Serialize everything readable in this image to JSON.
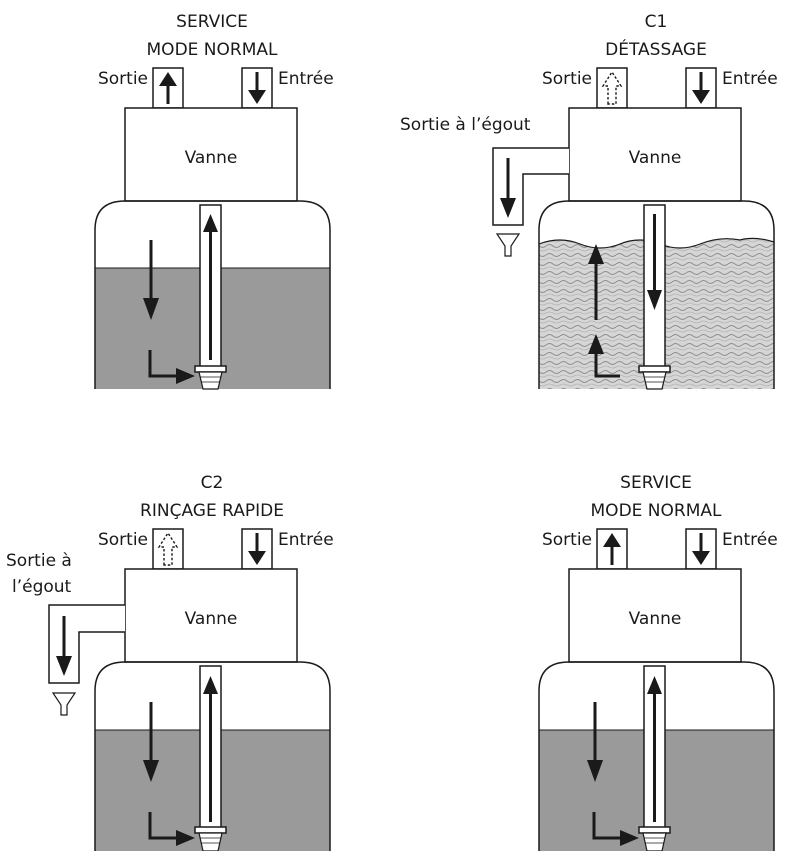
{
  "panels": [
    {
      "title_line1": "SERVICE",
      "title_line2": "MODE NORMAL",
      "outlet_label": "Sortie",
      "inlet_label": "Entrée",
      "valve_label": "Vanne"
    },
    {
      "title_line1": "C1",
      "title_line2": "DÉTASSAGE",
      "outlet_label": "Sortie",
      "inlet_label": "Entrée",
      "valve_label": "Vanne",
      "drain_label": "Sortie à l’égout"
    },
    {
      "title_line1": "C2",
      "title_line2": "RINÇAGE RAPIDE",
      "outlet_label": "Sortie",
      "inlet_label": "Entrée",
      "valve_label": "Vanne",
      "drain_label_line1": "Sortie à",
      "drain_label_line2": "l’égout"
    },
    {
      "title_line1": "SERVICE",
      "title_line2": "MODE NORMAL",
      "outlet_label": "Sortie",
      "inlet_label": "Entrée",
      "valve_label": "Vanne"
    }
  ],
  "colors": {
    "line": "#1a1a1a",
    "resin": "#9a9a9a",
    "media_light": "#d8d8d8",
    "media_dark": "#8c8c8c",
    "pipe": "#ffffff"
  },
  "icons": {
    "solid_arrow": "arrow-solid-icon",
    "dashed_arrow": "arrow-dashed-icon",
    "drain_funnel": "funnel-icon"
  }
}
